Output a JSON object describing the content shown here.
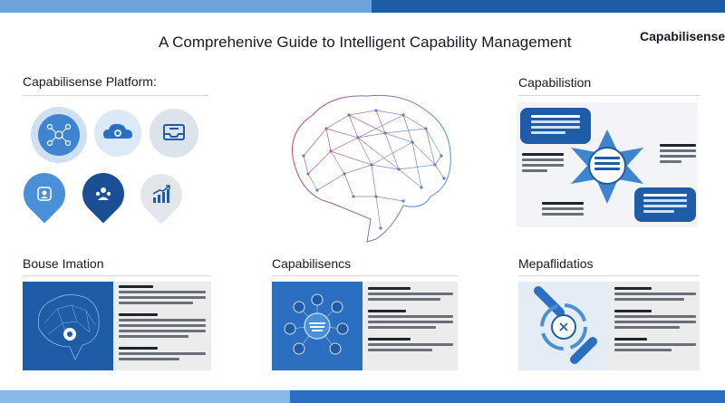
{
  "header": {
    "title": "A Comprehenive Guide to Intelligent Capability Management",
    "brand": "Capabilisense"
  },
  "sections": {
    "platform": {
      "title": "Capabilisense Platform:"
    },
    "capabilistion": {
      "title": "Capabilistion"
    },
    "bouse": {
      "title": "Bouse Imation"
    },
    "capabilisencs": {
      "title": "Capabilisencs"
    },
    "mepaflidatios": {
      "title": "Mepaflidatios"
    }
  },
  "icons": {
    "platform_row1": [
      "network-icon",
      "cloud-gear-icon",
      "inbox-icon"
    ],
    "platform_row2": [
      "person-pin-icon",
      "people-pin-icon",
      "growth-chart-icon"
    ],
    "center": "brain-network-icon"
  },
  "colors": {
    "primary": "#1f5ca8",
    "light": "#6ea4dc",
    "pale": "#dce9f6",
    "card": "#ececec"
  }
}
